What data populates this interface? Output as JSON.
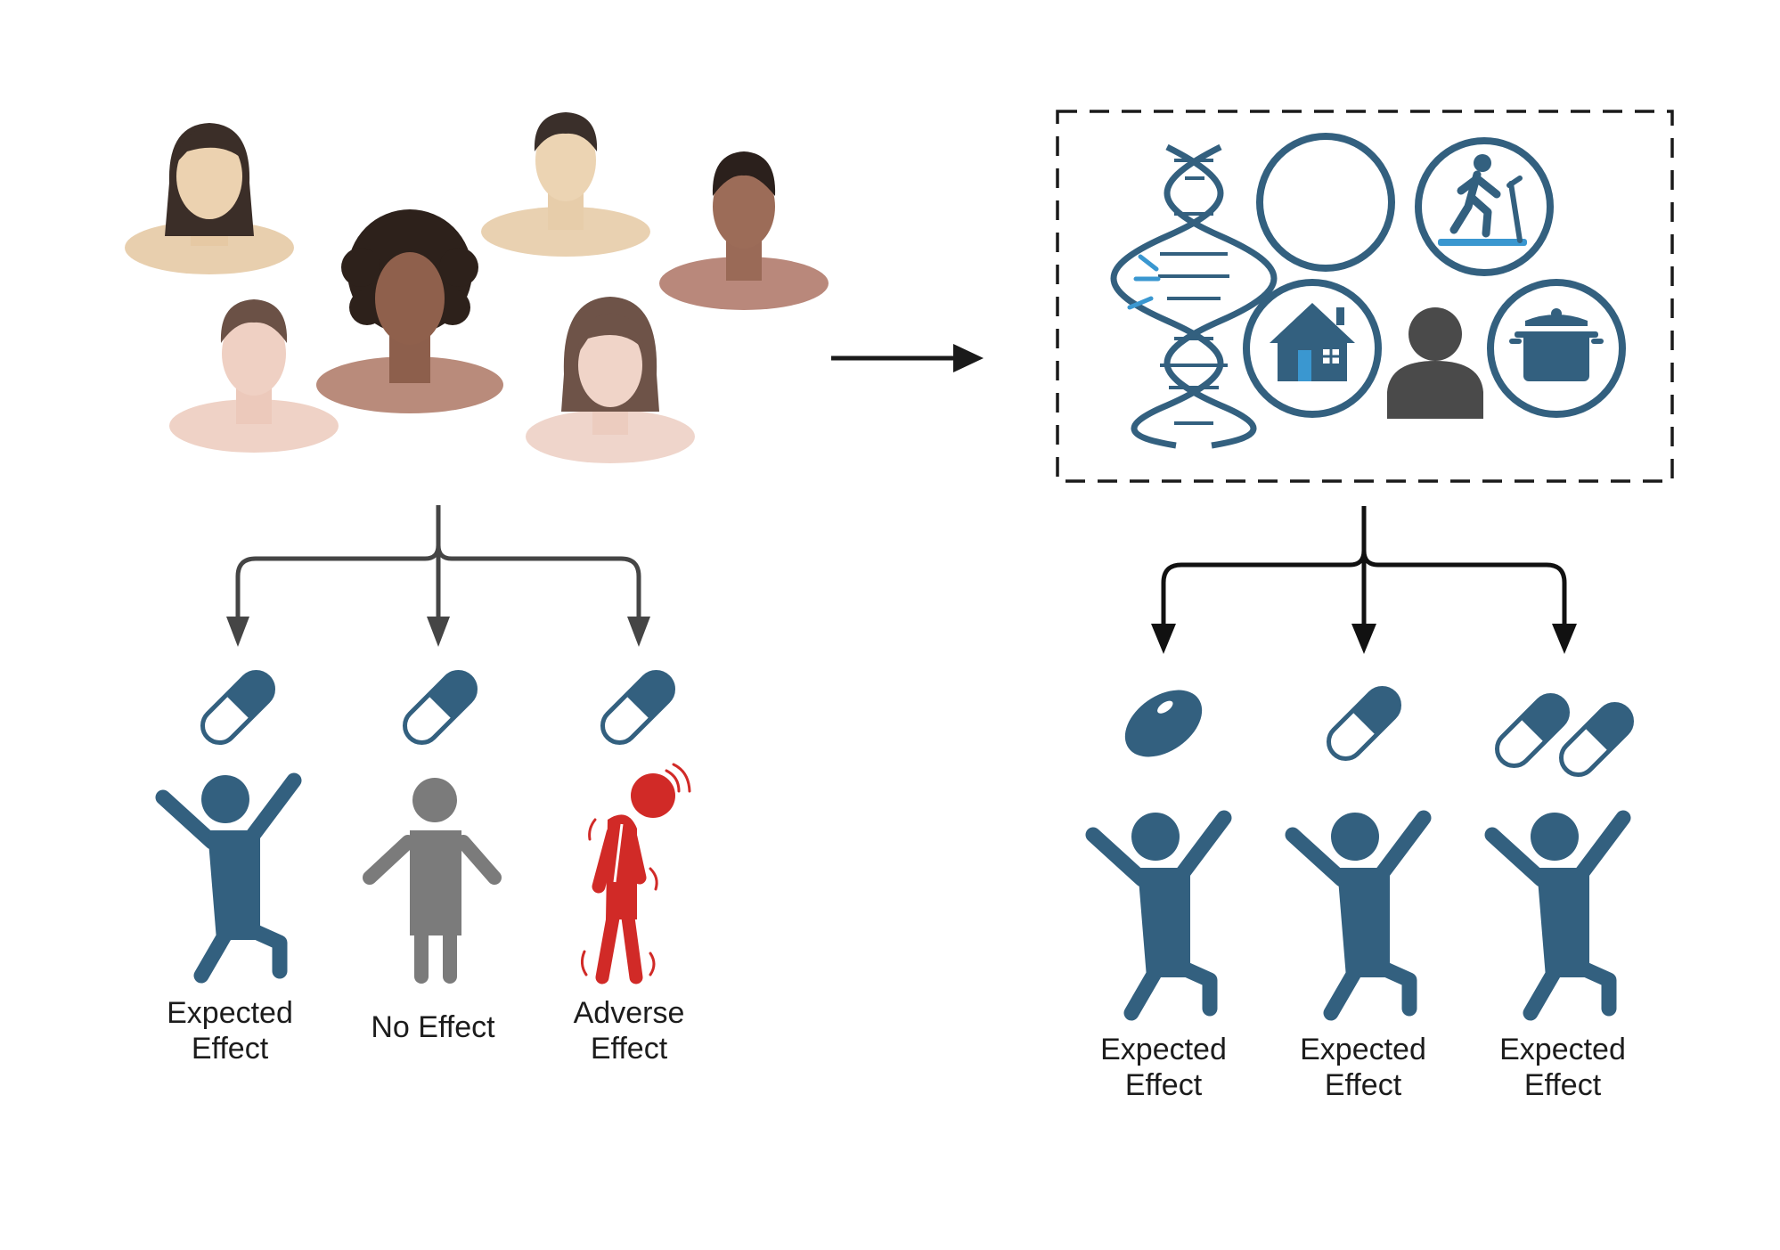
{
  "colors": {
    "accent_blue": "#33607f",
    "light_blue": "#3a97d0",
    "neutral_gray": "#7b7b7b",
    "dark_gray": "#4a4a4a",
    "adverse_red": "#d12a27",
    "arrow_gray": "#454545",
    "arrow_black": "#111111"
  },
  "icons": {
    "population": "diverse-human-faces",
    "factors": [
      "dna-icon",
      "empty-circle",
      "treadmill-runner-icon",
      "house-icon",
      "person-icon",
      "cooking-pot-icon"
    ],
    "pills_left": [
      "capsule-icon",
      "capsule-icon",
      "capsule-icon"
    ],
    "pills_right": [
      "tablet-icon",
      "capsule-icon",
      "double-capsule-icon"
    ]
  },
  "left_outcomes": [
    {
      "line1": "Expected",
      "line2": "Effect",
      "type": "positive"
    },
    {
      "line1": "No Effect",
      "line2": "",
      "type": "neutral"
    },
    {
      "line1": "Adverse",
      "line2": "Effect",
      "type": "adverse"
    }
  ],
  "right_outcomes": [
    {
      "line1": "Expected",
      "line2": "Effect",
      "type": "positive"
    },
    {
      "line1": "Expected",
      "line2": "Effect",
      "type": "positive"
    },
    {
      "line1": "Expected",
      "line2": "Effect",
      "type": "positive"
    }
  ]
}
